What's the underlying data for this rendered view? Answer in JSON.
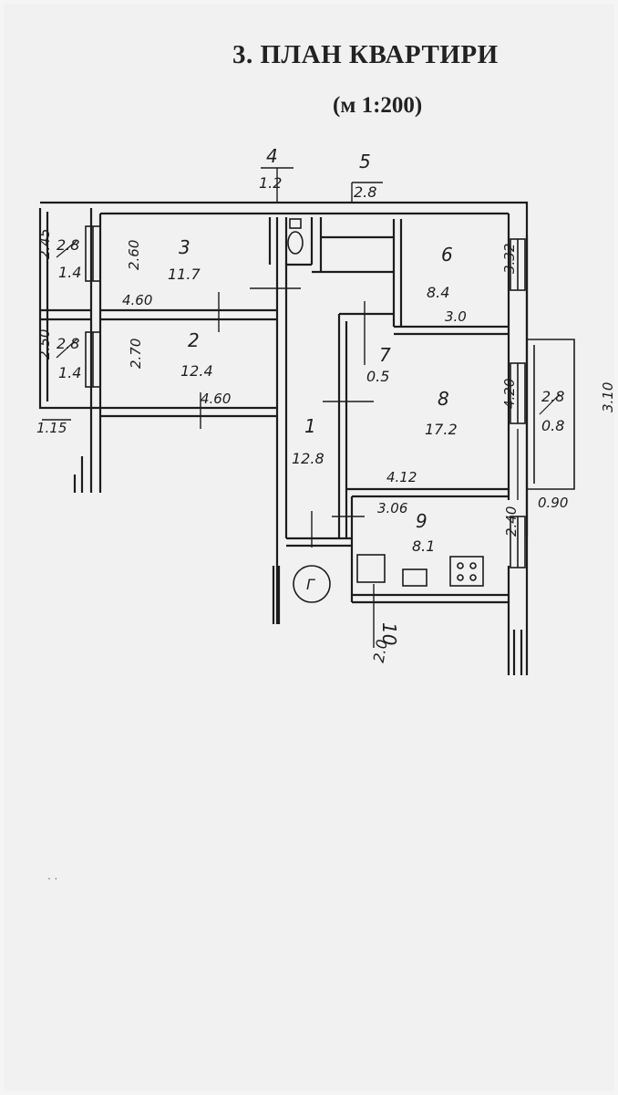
{
  "title": "3. ПЛАН КВАРТИРИ",
  "scale": "(м 1:200)",
  "rooms": [
    {
      "num": "1",
      "area": "12.8"
    },
    {
      "num": "2",
      "area": "12.4"
    },
    {
      "num": "3",
      "area": "11.7"
    },
    {
      "num": "4",
      "area": "1.2"
    },
    {
      "num": "5",
      "area": "2.8"
    },
    {
      "num": "6",
      "area": "8.4"
    },
    {
      "num": "7",
      "area": "0.5"
    },
    {
      "num": "8",
      "area": "17.2"
    },
    {
      "num": "9",
      "area": "8.1"
    },
    {
      "num": "10",
      "area": "2.0"
    }
  ],
  "balconies": [
    {
      "height": "2.8",
      "area": "1.4"
    },
    {
      "height": "2.8",
      "area": "1.4"
    },
    {
      "height": "2.8",
      "area": "0.8"
    }
  ],
  "dimensions": {
    "room3_length": "4.60",
    "room3_width": "2.60",
    "room2_length": "4.60",
    "room2_width": "2.70",
    "room6_length": "3.0",
    "room6_width": "3.32",
    "room8_length": "4.12",
    "room8_width": "4.20",
    "room9_length": "3.06",
    "room9_width": "2.40",
    "balcony_top_width": "2.45",
    "balcony_bottom_width": "2.50",
    "balcony_left_depth": "1.15",
    "balcony_right_length": "3.10",
    "balcony_right_depth": "0.90"
  },
  "fixtures": {
    "boiler_label": "Г"
  }
}
